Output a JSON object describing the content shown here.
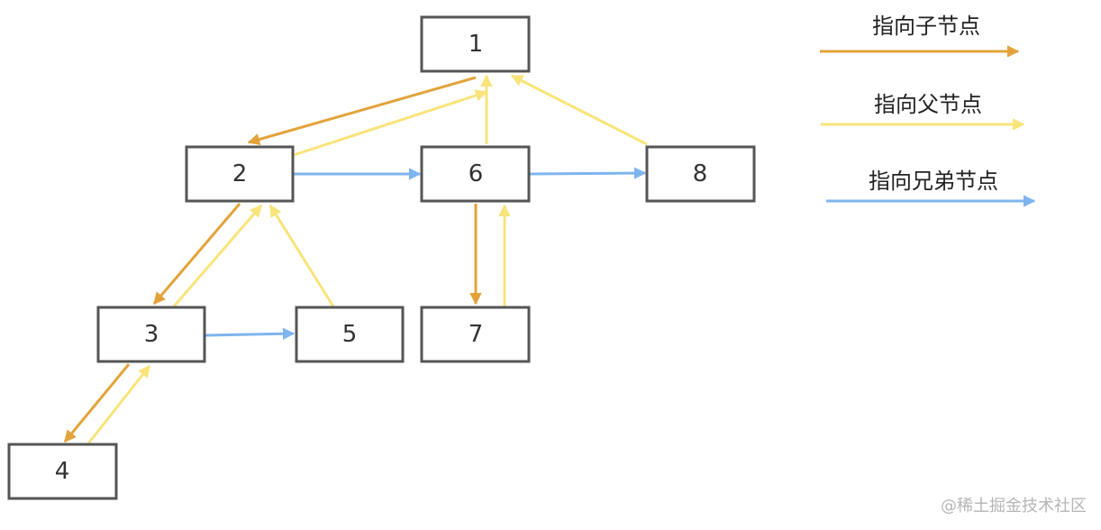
{
  "colors": {
    "child": "#E3A33A",
    "parent": "#F8E47A",
    "sibling": "#7FB5EE",
    "node_border": "#555555",
    "text": "#333333"
  },
  "nodes": [
    {
      "id": "1",
      "label": "1"
    },
    {
      "id": "2",
      "label": "2"
    },
    {
      "id": "6",
      "label": "6"
    },
    {
      "id": "8",
      "label": "8"
    },
    {
      "id": "3",
      "label": "3"
    },
    {
      "id": "5",
      "label": "5"
    },
    {
      "id": "7",
      "label": "7"
    },
    {
      "id": "4",
      "label": "4"
    }
  ],
  "edges": [
    {
      "from": "1",
      "to": "2",
      "type": "child"
    },
    {
      "from": "2",
      "to": "1",
      "type": "parent"
    },
    {
      "from": "6",
      "to": "1",
      "type": "parent"
    },
    {
      "from": "8",
      "to": "1",
      "type": "parent"
    },
    {
      "from": "2",
      "to": "6",
      "type": "sibling"
    },
    {
      "from": "6",
      "to": "8",
      "type": "sibling"
    },
    {
      "from": "2",
      "to": "3",
      "type": "child"
    },
    {
      "from": "3",
      "to": "2",
      "type": "parent"
    },
    {
      "from": "5",
      "to": "2",
      "type": "parent"
    },
    {
      "from": "6",
      "to": "7",
      "type": "child"
    },
    {
      "from": "7",
      "to": "6",
      "type": "parent"
    },
    {
      "from": "3",
      "to": "5",
      "type": "sibling"
    },
    {
      "from": "3",
      "to": "4",
      "type": "child"
    },
    {
      "from": "4",
      "to": "3",
      "type": "parent"
    }
  ],
  "legend": {
    "child": "指向子节点",
    "parent": "指向父节点",
    "sibling": "指向兄弟节点"
  },
  "watermark": "@稀土掘金技术社区"
}
